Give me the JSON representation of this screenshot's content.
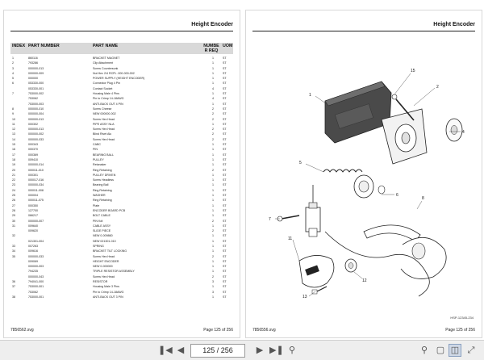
{
  "left_page": {
    "title": "Height Encoder",
    "headers": {
      "index": "INDEX",
      "part_number": "PART NUMBER",
      "part_name": "PART NAME",
      "number_req": "NUMBE R REQ",
      "uom": "UOM"
    },
    "rows": [
      [
        "1",
        "860116",
        "BRACKET MAGNET",
        "1",
        "ST"
      ],
      [
        "2",
        "793286",
        "Clip Attachment",
        "1",
        "ST"
      ],
      [
        "3",
        "000000-013",
        "Screw Countersunk",
        "1",
        "ST"
      ],
      [
        "4",
        "000000-009",
        "Nut Hex 2/4 RCPL .000-000-002",
        "1",
        "ST"
      ],
      [
        "5",
        "000000",
        "POWER SUPPLY (HEIGHT ENCODER)",
        "1",
        "ST"
      ],
      [
        "6",
        "053330-000",
        "Connector Plug 4 Pin",
        "1",
        "ST"
      ],
      [
        "",
        "053330-001",
        "Contact Socket",
        "4",
        "ST"
      ],
      [
        "7",
        "753000-002",
        "Housing Male 4 Pins",
        "1",
        "ST"
      ],
      [
        "",
        "753062",
        "Pin to Crimp 14-18AWG",
        "4",
        "ST"
      ],
      [
        "",
        "753000-003",
        "ANTI-BACK OUT 4 PIN",
        "1",
        "ST"
      ],
      [
        "8",
        "000000-010",
        "Screw Cheese",
        "2",
        "ST"
      ],
      [
        "9",
        "000000-004",
        "NEW 000000-002",
        "2",
        "ST"
      ],
      [
        "10",
        "000000-013",
        "Screw Hex Head",
        "2",
        "ST"
      ],
      [
        "11",
        "000302",
        "PIPE ASSY NLA",
        "1",
        "ST"
      ],
      [
        "12",
        "000000-013",
        "Screw Hex Head",
        "2",
        "ST"
      ],
      [
        "13",
        "000000-002",
        "Blind Rivet Alu",
        "2",
        "ST"
      ],
      [
        "14",
        "000000-033",
        "Screw Hex Head",
        "2",
        "ST"
      ],
      [
        "15",
        "000343",
        "CABC",
        "1",
        "ST"
      ],
      [
        "16",
        "000370",
        "PIN",
        "1",
        "ST"
      ],
      [
        "17",
        "000369",
        "BEARING BALL",
        "1",
        "ST"
      ],
      [
        "18",
        "009410",
        "PULLEY",
        "1",
        "ST"
      ],
      [
        "19",
        "000000-014",
        "Retanaker",
        "1",
        "ST"
      ],
      [
        "20",
        "000011-010",
        "Ring Retaining",
        "2",
        "ST"
      ],
      [
        "21",
        "000301",
        "PULLEY DRIVEN",
        "1",
        "ST"
      ],
      [
        "22",
        "000017-016",
        "Screw Headless",
        "1",
        "ST"
      ],
      [
        "23",
        "000000-034",
        "Bearing Ball",
        "1",
        "ST"
      ],
      [
        "24",
        "000011-008",
        "Ring Retaining",
        "1",
        "ST"
      ],
      [
        "25",
        "000004",
        "WASHER",
        "1",
        "ST"
      ],
      [
        "26",
        "000011-075",
        "Ring Retaining",
        "1",
        "ST"
      ],
      [
        "27",
        "000350",
        "Plate",
        "1",
        "ST"
      ],
      [
        "28",
        "127700",
        "ENCODER BOARD PCB",
        "1",
        "ST"
      ],
      [
        "29",
        "066217",
        "BOLT CABLE",
        "1",
        "ST"
      ],
      [
        "30",
        "000000-007",
        "PIN Kdt",
        "2",
        "ST"
      ],
      [
        "31",
        "009640",
        "CABLE ASSY",
        "1",
        "ST"
      ],
      [
        "",
        "009620",
        "SLIDE PIECE",
        "2",
        "ST"
      ],
      [
        "32",
        "",
        "NEW 0-009860",
        "1",
        "ST"
      ],
      [
        "",
        "021301-004",
        "NEW 021301-010",
        "1",
        "ST"
      ],
      [
        "33",
        "007263",
        "SPRING",
        "1",
        "ST"
      ],
      [
        "34",
        "009616",
        "BRACKET TILT LOCKING",
        "1",
        "ST"
      ],
      [
        "35",
        "000000-033",
        "Screw Hex Head",
        "2",
        "ST"
      ],
      [
        "",
        "009069",
        "HEIGHT ENCODER",
        "1",
        "ST"
      ],
      [
        "",
        "000000-003",
        "NEW 0-000000",
        "1",
        "ST"
      ],
      [
        "",
        "794235",
        "TRIPLE RESISTOR ASSEMBLY",
        "1",
        "ST"
      ],
      [
        "",
        "000000-043",
        "Screw Hex Head",
        "2",
        "ST"
      ],
      [
        "36",
        "794041-000",
        "RESISTOR",
        "3",
        "ST"
      ],
      [
        "37",
        "753000-001",
        "Housing Male 3 Pins",
        "1",
        "ST"
      ],
      [
        "",
        "753062",
        "Pin to Crimp 14-18AWG",
        "3",
        "ST"
      ],
      [
        "38",
        "753000-001",
        "ANTI-BACK OUT 3 PIN",
        "1",
        "ST"
      ]
    ],
    "footer_left": "7856562.svg",
    "footer_right": "Page 125 of 256"
  },
  "right_page": {
    "title": "Height Encoder",
    "diagram_code": "HSP-12345-234",
    "callouts": [
      "15",
      "1",
      "2",
      "4",
      "5",
      "6",
      "7",
      "8",
      "11",
      "12",
      "13"
    ],
    "footer_left": "7856556.svg",
    "footer_right": "Page 125 of 256"
  },
  "toolbar": {
    "page_field": "125 / 256",
    "icons": [
      "first-page-icon",
      "prev-page-icon",
      "next-page-icon",
      "last-page-icon",
      "zoom-out-icon",
      "zoom-in-icon",
      "fit-page-icon",
      "two-page-icon",
      "fullscreen-icon"
    ]
  },
  "colors": {
    "toolbar_bg": "#eeeeee",
    "header_bg": "#d9d9d9",
    "part_dark": "#4a4a4a"
  }
}
